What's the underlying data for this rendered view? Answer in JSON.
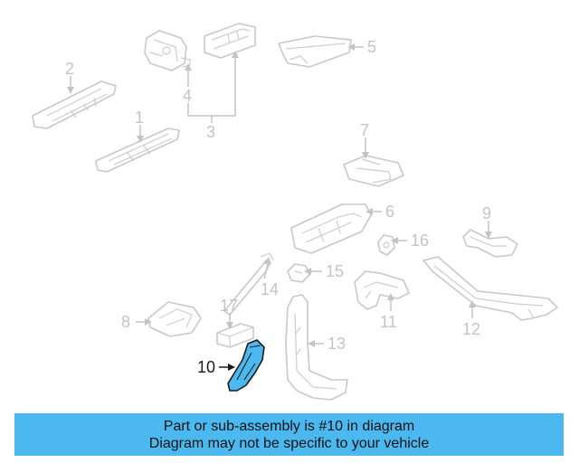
{
  "diagram": {
    "callouts": {
      "c1": "1",
      "c2": "2",
      "c3": "3",
      "c4": "4",
      "c5": "5",
      "c6": "6",
      "c7": "7",
      "c8": "8",
      "c9": "9",
      "c10": "10",
      "c11": "11",
      "c12": "12",
      "c13": "13",
      "c14": "14",
      "c15": "15",
      "c16": "16",
      "c17": "17"
    },
    "highlighted_part": "10",
    "colors": {
      "highlight": "#4cb8f0",
      "line_art": "#c8c8c8",
      "outline": "#1a1a1a"
    }
  },
  "banner": {
    "line1": "Part or sub-assembly is #10 in diagram",
    "line2": "Diagram may not be specific to your vehicle",
    "background": "#4cb8f0"
  }
}
